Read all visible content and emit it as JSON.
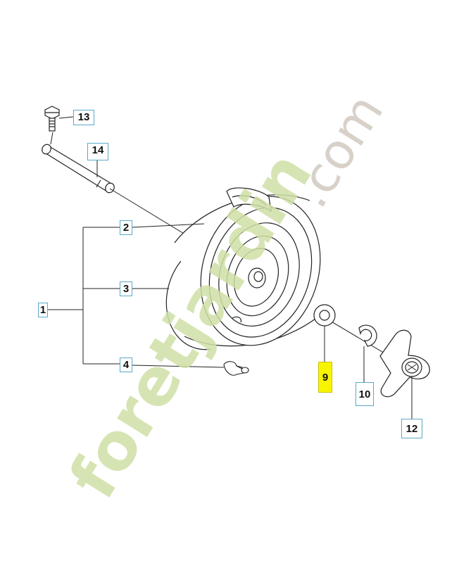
{
  "callouts": [
    {
      "id": "13",
      "label": "13",
      "highlighted": false
    },
    {
      "id": "14",
      "label": "14",
      "highlighted": false
    },
    {
      "id": "2",
      "label": "2",
      "highlighted": false
    },
    {
      "id": "3",
      "label": "3",
      "highlighted": false
    },
    {
      "id": "1",
      "label": "1",
      "highlighted": false
    },
    {
      "id": "4",
      "label": "4",
      "highlighted": false
    },
    {
      "id": "9",
      "label": "9",
      "highlighted": true
    },
    {
      "id": "10",
      "label": "10",
      "highlighted": false
    },
    {
      "id": "12",
      "label": "12",
      "highlighted": false
    }
  ],
  "watermark": {
    "brand": "foretjardin",
    "suffix": ".com"
  },
  "colors": {
    "highlight": "#f8f400",
    "callout_border": "#5aa9c8",
    "line": "#222222",
    "watermark_green": "#cfe0a6"
  }
}
